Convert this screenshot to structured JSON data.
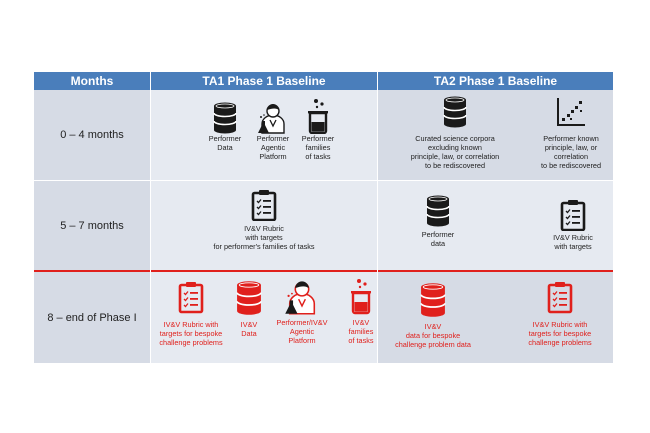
{
  "header": {
    "months": "Months",
    "ta1": "TA1 Phase 1 Baseline",
    "ta2": "TA2 Phase 1 Baseline"
  },
  "colors": {
    "header_bg": "#4a7ebb",
    "row_grey": "#d6dbe5",
    "row_light": "#e6eaf1",
    "accent_red": "#e0201c",
    "icon_dark": "#1a1a1a"
  },
  "rows": [
    {
      "month": "0 – 4 months",
      "ta1": [
        {
          "icon": "database-icon",
          "label": "Performer\nData"
        },
        {
          "icon": "scientist-icon",
          "label": "Performer\nAgentic\nPlatform"
        },
        {
          "icon": "beaker-icon",
          "label": "Performer\nfamilies\nof tasks"
        }
      ],
      "ta2": [
        {
          "icon": "database-icon",
          "label": "Curated science corpora\nexcluding known\nprinciple, law, or correlation\nto be rediscovered"
        },
        {
          "icon": "scatter-chart-icon",
          "label": "Performer known\nprinciple, law, or\ncorrelation\nto be rediscovered"
        }
      ]
    },
    {
      "month": "5 – 7  months",
      "ta1": [
        {
          "icon": "clipboard-icon",
          "label": "IV&V Rubric\nwith targets\nfor performer's families of tasks"
        }
      ],
      "ta2": [
        {
          "icon": "database-icon",
          "label": "Performer\ndata"
        },
        {
          "icon": "clipboard-icon",
          "label": "IV&V Rubric\nwith targets"
        }
      ]
    },
    {
      "month": "8 – end of Phase I",
      "ta1": [
        {
          "icon": "clipboard-icon",
          "label": "IV&V Rubric with\ntargets for bespoke\nchallenge problems"
        },
        {
          "icon": "database-icon",
          "label": "IV&V\nData"
        },
        {
          "icon": "scientist-icon",
          "label": "Performer/IV&V\nAgentic\nPlatform"
        },
        {
          "icon": "beaker-icon",
          "label": "IV&V\nfamilies\nof tasks"
        }
      ],
      "ta2": [
        {
          "icon": "database-icon",
          "label": "IV&V\ndata for bespoke\nchallenge problem data"
        },
        {
          "icon": "clipboard-icon",
          "label": "IV&V Rubric with\ntargets for bespoke\nchallenge problems"
        }
      ]
    }
  ]
}
